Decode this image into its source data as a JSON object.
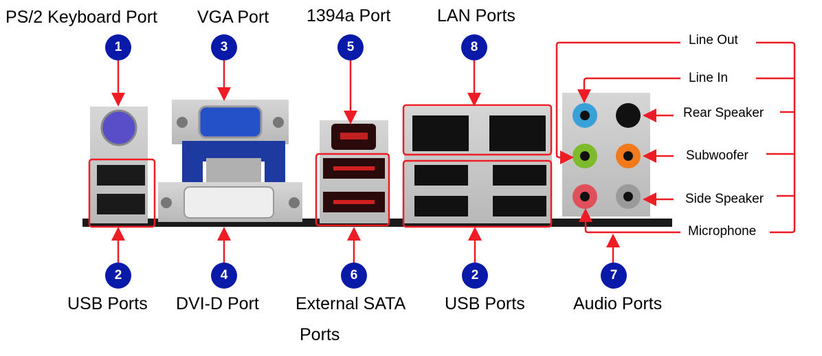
{
  "title": "Motherboard Rear I/O Panel",
  "colors": {
    "callout": "#ee1c25",
    "badge": "#0a1aa8"
  },
  "top_labels": [
    {
      "id": "ps2",
      "number": "1",
      "text": "PS/2 Keyboard Port"
    },
    {
      "id": "vga",
      "number": "3",
      "text": "VGA Port"
    },
    {
      "id": "firewire",
      "number": "5",
      "text": "1394a Port"
    },
    {
      "id": "lan",
      "number": "8",
      "text": "LAN Ports"
    }
  ],
  "bottom_labels": [
    {
      "id": "usb-left",
      "number": "2",
      "text": "USB Ports"
    },
    {
      "id": "dvi",
      "number": "4",
      "text": "DVI-D Port"
    },
    {
      "id": "esata",
      "number": "6",
      "text": "External SATA",
      "text2": "Ports"
    },
    {
      "id": "usb-right",
      "number": "2",
      "text": "USB Ports"
    },
    {
      "id": "audio",
      "number": "7",
      "text": "Audio Ports"
    }
  ],
  "audio_jacks": [
    {
      "id": "line-out",
      "text": "Line Out",
      "color": "#7dbb2c"
    },
    {
      "id": "line-in",
      "text": "Line In",
      "color": "#3aa0d8"
    },
    {
      "id": "rear-speaker",
      "text": "Rear Speaker",
      "color": "#111111"
    },
    {
      "id": "subwoofer",
      "text": "Subwoofer",
      "color": "#f07a1c"
    },
    {
      "id": "side-speaker",
      "text": "Side Speaker",
      "color": "#9a9a9a"
    },
    {
      "id": "microphone",
      "text": "Microphone",
      "color": "#e0505a"
    }
  ]
}
